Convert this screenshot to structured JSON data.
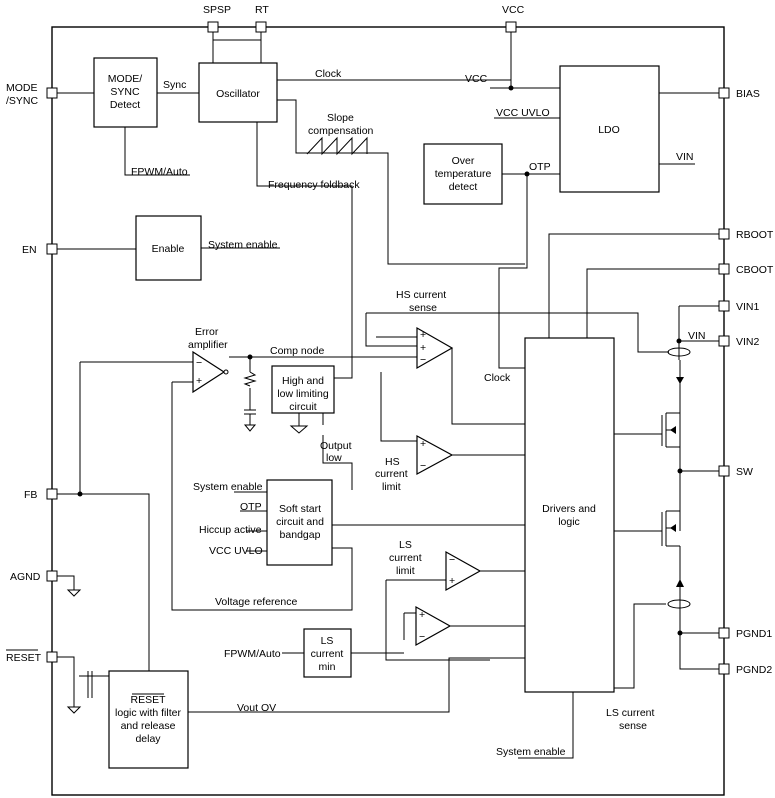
{
  "pins": {
    "spsp": "SPSP",
    "rt": "RT",
    "vcc": "VCC",
    "mode_sync": [
      "MODE",
      "/SYNC"
    ],
    "en": "EN",
    "fb": "FB",
    "agnd": "AGND",
    "reset": "RESET",
    "bias": "BIAS",
    "rboot": "RBOOT",
    "cboot": "CBOOT",
    "vin1": "VIN1",
    "vin2": "VIN2",
    "sw": "SW",
    "pgnd1": "PGND1",
    "pgnd2": "PGND2"
  },
  "blocks": {
    "mode_sync_detect": [
      "MODE/",
      "SYNC",
      "Detect"
    ],
    "oscillator": [
      "Oscillator"
    ],
    "ldo": [
      "LDO"
    ],
    "over_temp": [
      "Over",
      "temperature",
      "detect"
    ],
    "enable": [
      "Enable"
    ],
    "limiting": [
      "High and",
      "low limiting",
      "circuit"
    ],
    "soft_start": [
      "Soft start",
      "circuit and",
      "bandgap"
    ],
    "drivers": [
      "Drivers and",
      "logic"
    ],
    "ls_min": [
      "LS",
      "current",
      "min"
    ],
    "reset_logic": [
      "RESET",
      "logic with filter",
      "and release",
      "delay"
    ]
  },
  "labels": {
    "sync": "Sync",
    "clock_top": "Clock",
    "vcc_in": "VCC",
    "vcc_uvlo_ldo": "VCC UVLO",
    "vin_ldo": "VIN",
    "otp_ldo": "OTP",
    "slope": [
      "Slope",
      "compensation"
    ],
    "fpwm_auto_top": "FPWM/Auto",
    "freq_foldback": "Frequency foldback",
    "system_enable_top": "System enable",
    "hs_sense": [
      "HS current",
      "sense"
    ],
    "vin_sense": "VIN",
    "error_amp": [
      "Error",
      "amplifier"
    ],
    "comp_node": "Comp node",
    "clock_mid": "Clock",
    "output_low": [
      "Output",
      "low"
    ],
    "hs_limit": [
      "HS",
      "current",
      "limit"
    ],
    "ss_inputs": [
      "System enable",
      "OTP",
      "Hiccup active",
      "VCC UVLO"
    ],
    "ls_limit": [
      "LS",
      "current",
      "limit"
    ],
    "voltage_ref": "Voltage reference",
    "fpwm_auto_bottom": "FPWM/Auto",
    "vout_ov": "Vout OV",
    "ls_sense": [
      "LS current",
      "sense"
    ],
    "system_enable_bottom": "System enable"
  }
}
